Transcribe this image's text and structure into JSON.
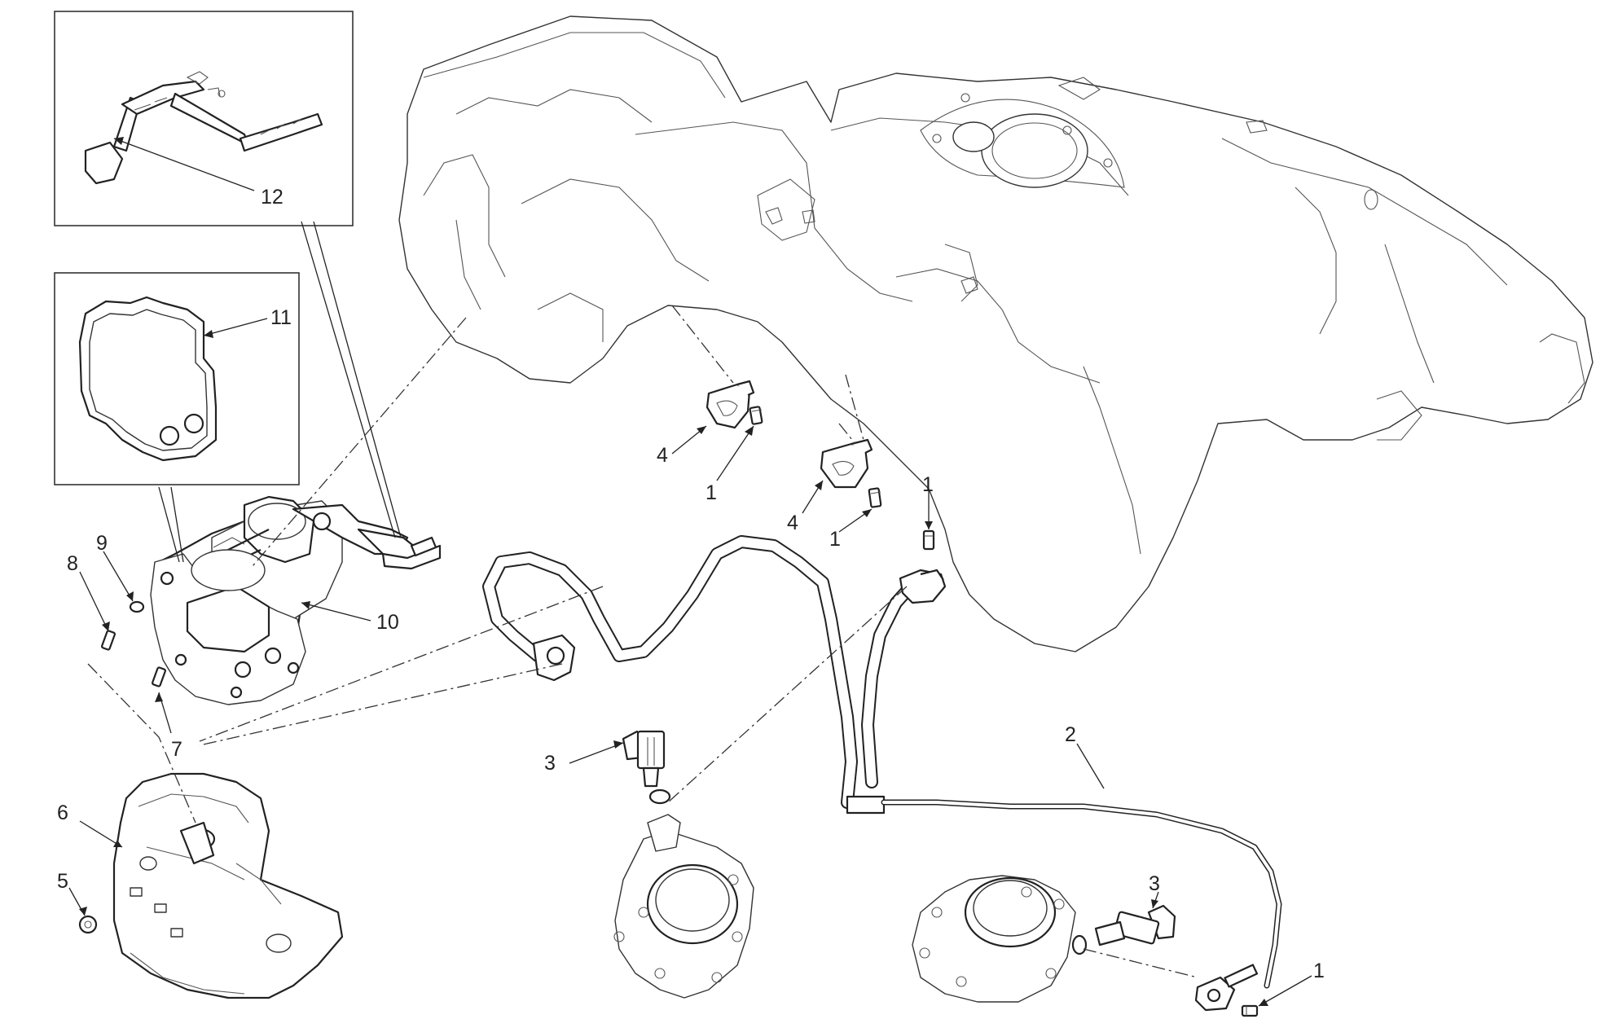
{
  "diagram": {
    "title": "Fuel tank, fuel pump and injector exploded parts view",
    "callouts": {
      "c1a": "1",
      "c1b": "1",
      "c1c": "1",
      "c1d": "1",
      "c2": "2",
      "c3a": "3",
      "c3b": "3",
      "c4a": "4",
      "c4b": "4",
      "c5": "5",
      "c6": "6",
      "c7": "7",
      "c8": "8",
      "c9": "9",
      "c10": "10",
      "c11": "11",
      "c12": "12"
    }
  }
}
